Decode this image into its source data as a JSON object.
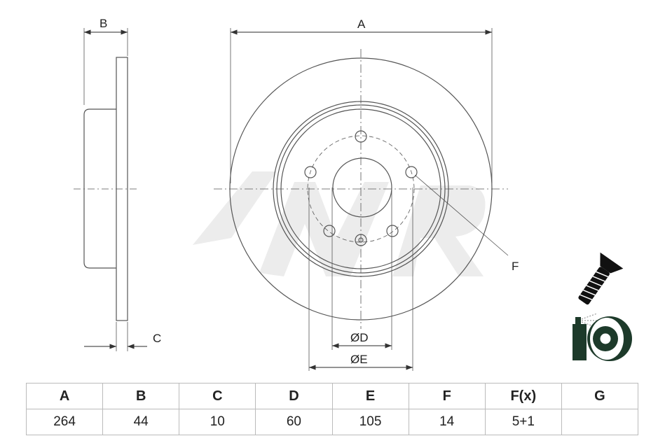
{
  "drawing": {
    "labels": {
      "A": "A",
      "B": "B",
      "C": "C",
      "D": "ØD",
      "E": "ØE",
      "F": "F"
    },
    "icons": [
      "countersunk-screw-icon",
      "spray-cleaning-disc-icon"
    ],
    "watermark": "AVR"
  },
  "table": {
    "headers": [
      "A",
      "B",
      "C",
      "D",
      "E",
      "F",
      "F(x)",
      "G"
    ],
    "values": [
      "264",
      "44",
      "10",
      "60",
      "105",
      "14",
      "5+1",
      ""
    ]
  }
}
